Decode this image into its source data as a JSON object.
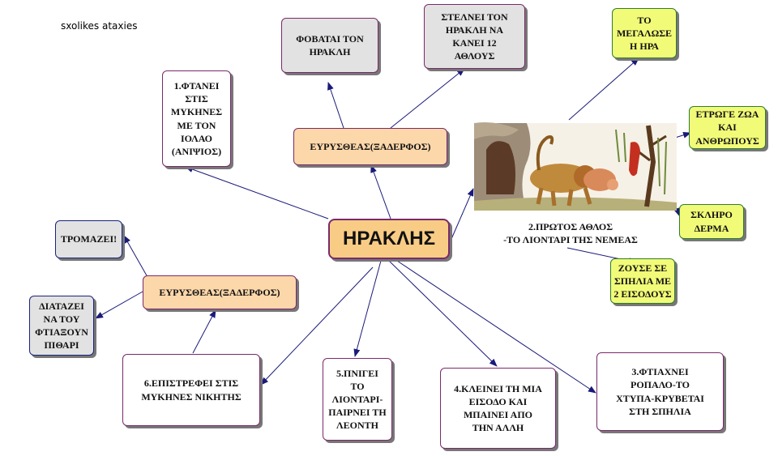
{
  "credit": "sxolikes ataxies",
  "central": "ΗΡΑΚΛΗΣ",
  "nodes": {
    "eurystheas_top": "ΕΥΡΥΣΘΕΑΣ(ΞΑΔΕΡΦΟΣ)",
    "fovatai": "ΦΟΒΑΤΑΙ ΤΟΝ\nΗΡΑΚΛΗ",
    "stelnei": "ΣΤΕΛΝΕΙ ΤΟΝ\nΗΡΑΚΛΗ ΝΑ\nΚΑΝΕΙ 12\nΑΘΛΟΥΣ",
    "ftanei": "1.ΦΤΑΝΕΙ\nΣΤΙΣ\nΜΥΚΗΝΕΣ\nΜΕ ΤΟΝ\nΙΟΛΑΟ\n(ΑΝΙΨΙΟΣ)",
    "megalose": "ΤΟ\nΜΕΓΑΛΩΣΕ\nΗ ΗΡΑ",
    "etroge": "ΕΤΡΩΓΕ ΖΩΑ\nΚΑΙ\nΑΝΘΡΩΠΟΥΣ",
    "skliro": "ΣΚΛΗΡΟ\nΔΕΡΜΑ",
    "zouse": "ΖΟΥΣΕ ΣΕ\nΣΠΗΛΙΑ ΜΕ\n2 ΕΙΣΟΔΟΥΣ",
    "lion_caption": "2.ΠΡΩΤΟΣ ΑΘΛΟΣ\n-ΤΟ ΛΙΟΝΤΑΡΙ ΤΗΣ ΝΕΜΕΑΣ",
    "tromazei": "ΤΡΟΜΑΖΕΙ!",
    "eurystheas_left": "ΕΥΡΥΣΘΕΑΣ(ΞΑΔΕΡΦΟΣ)",
    "diatazei": "ΔΙΑΤΑΖΕΙ\nΝΑ ΤΟΥ\nΦΤΙΑΞΟΥΝ\nΠΙΘΑΡΙ",
    "epistrefei": "6.ΕΠΙΣΤΡΕΦΕΙ ΣΤΙΣ\nΜΥΚΗΝΕΣ ΝΙΚΗΤΗΣ",
    "pnigei": "5.ΠΝΙΓΕΙ\nΤΟ\nΛΙΟΝΤΑΡΙ-\nΠΑΙΡΝΕΙ ΤΗ\nΛΕΟΝΤΗ",
    "kleinei": "4.ΚΛΕΙΝΕΙ ΤΗ ΜΙΑ\nΕΙΣΟΔΟ ΚΑΙ\nΜΠΑΙΝΕΙ ΑΠΟ\nΤΗΝ ΑΛΛΗ",
    "ftiaxnei": "3.ΦΤΙΑΧΝΕΙ\nΡΟΠΑΛΟ-ΤΟ\nΧΤΥΠΑ-ΚΡΥΒΕΤΑΙ\nΣΤΗ ΣΠΗΛΙΑ"
  },
  "colors": {
    "connector": "#1a1a7a",
    "peach": "#fcd7aa",
    "yellow": "#f2fb78",
    "gray": "#e2e2e2",
    "central_fill": "#f9cc85"
  }
}
